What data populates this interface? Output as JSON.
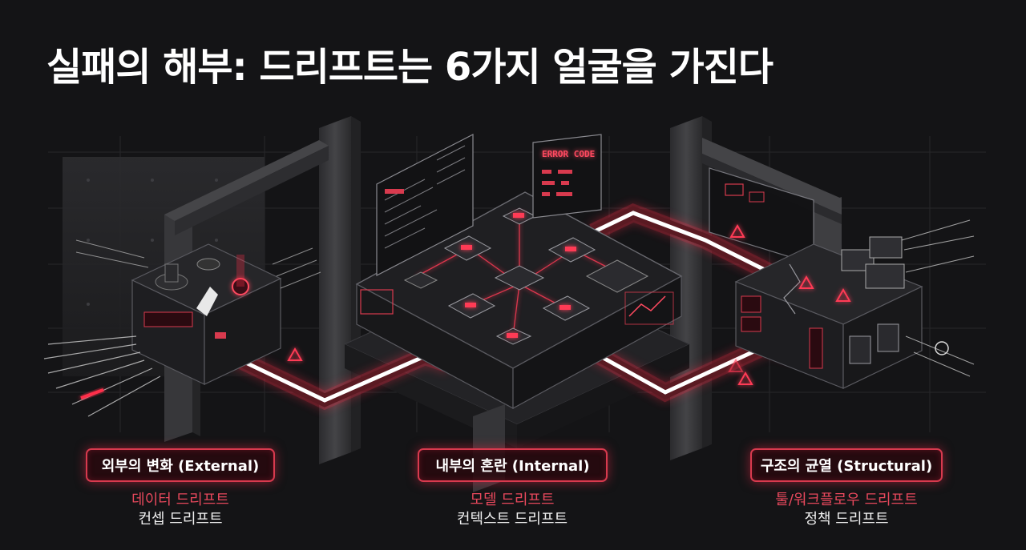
{
  "title": "실패의 해부: 드리프트는 6가지 얼굴을 가진다",
  "screen_label": "ERROR CODE",
  "categories": [
    {
      "label": "외부의 변화 (External)",
      "red_item": "데이터 드리프트",
      "white_item": "컨셉 드리프트"
    },
    {
      "label": "내부의 혼란 (Internal)",
      "red_item": "모델 드리프트",
      "white_item": "컨텍스트 드리프트"
    },
    {
      "label": "구조의 균열 (Structural)",
      "red_item": "툴/워크플로우 드리프트",
      "white_item": "정책 드리프트"
    }
  ],
  "colors": {
    "background": "#141416",
    "accent": "#e8485c",
    "glow": "#ff3a55",
    "concrete": "#3a3a3d"
  },
  "icons": [
    "warning-icon",
    "chip-icon",
    "gear-icon",
    "camera-icon",
    "cable-icon"
  ]
}
